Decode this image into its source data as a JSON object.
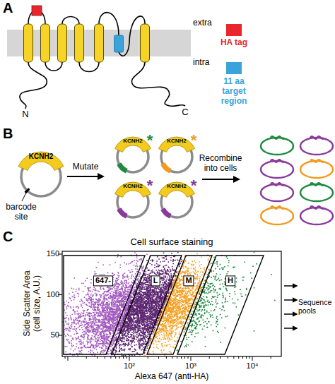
{
  "diagram": {
    "nodes": [
      {
        "text": [
          "647-"
        ]
      },
      {
        "text": [
          "L"
        ]
      },
      {
        "text": [
          "M"
        ]
      },
      {
        "text": [
          "H"
        ]
      }
    ],
    "labels": [
      "A",
      "extra",
      "intra",
      "N",
      "C",
      "B",
      "KCNH2",
      "barcode site",
      "Mutate",
      "KCNH2",
      "*",
      "KCNH2",
      "*",
      "KCNH2",
      "*",
      "KCNH2",
      "*",
      "Recombine into cells",
      "C",
      "Cell surface staining",
      "150",
      "100",
      "50",
      "Side Scatter Area (cell size, A.U.)",
      "10²",
      "10³",
      "10⁴",
      "Alexa 647 (anti-HA)",
      "Sequence pools"
    ],
    "legend": [
      {
        "text": "HA tag",
        "color": "#e8262b"
      },
      {
        "text": "11 aa target region",
        "color": "#3aa3dc"
      }
    ]
  }
}
